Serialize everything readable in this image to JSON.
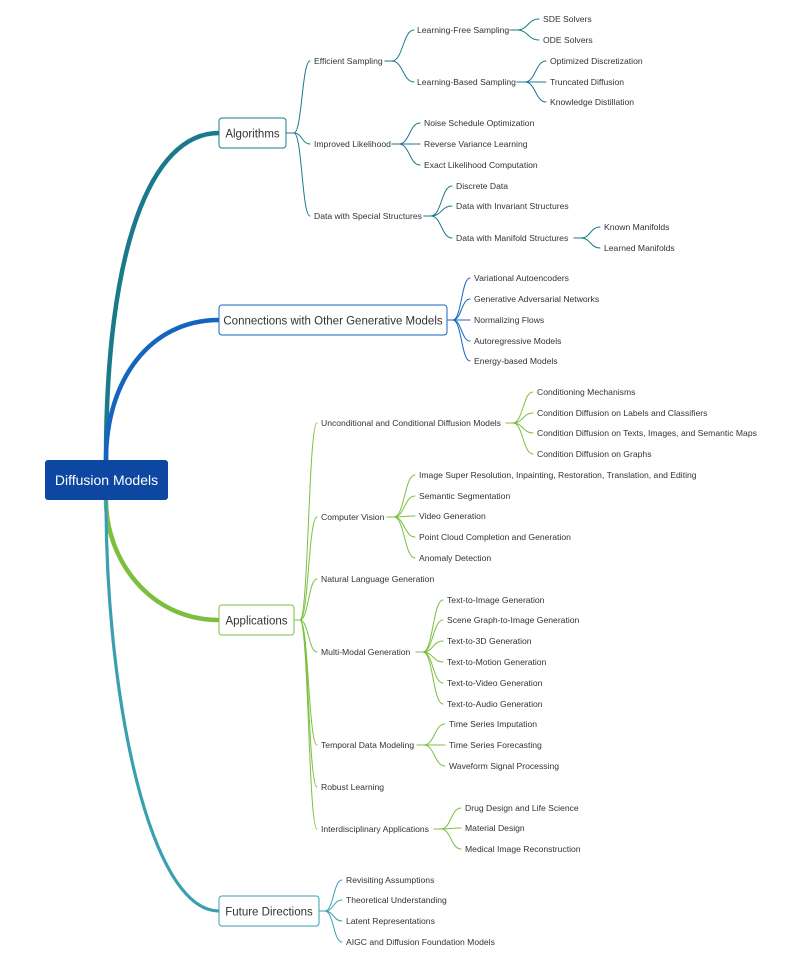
{
  "colors": {
    "root_fill": "#0d47a1",
    "algorithms": "#1a7a8c",
    "connections": "#1565c0",
    "applications": "#7cbf3f",
    "future": "#3aa0b0",
    "text": "#333333"
  },
  "root": {
    "label": "Diffusion Models"
  },
  "branches": {
    "algorithms": {
      "label": "Algorithms",
      "children": [
        {
          "label": "Efficient Sampling",
          "children": [
            {
              "label": "Learning-Free Sampling",
              "children": [
                {
                  "label": "SDE Solvers"
                },
                {
                  "label": "ODE Solvers"
                }
              ]
            },
            {
              "label": "Learning-Based Sampling",
              "children": [
                {
                  "label": "Optimized Discretization"
                },
                {
                  "label": "Truncated Diffusion"
                },
                {
                  "label": "Knowledge Distillation"
                }
              ]
            }
          ]
        },
        {
          "label": "Improved Likelihood",
          "children": [
            {
              "label": "Noise Schedule Optimization"
            },
            {
              "label": "Reverse Variance Learning"
            },
            {
              "label": "Exact Likelihood Computation"
            }
          ]
        },
        {
          "label": "Data with Special Structures",
          "children": [
            {
              "label": "Discrete Data"
            },
            {
              "label": "Data with Invariant Structures"
            },
            {
              "label": "Data with Manifold Structures",
              "children": [
                {
                  "label": "Known Manifolds"
                },
                {
                  "label": "Learned Manifolds"
                }
              ]
            }
          ]
        }
      ]
    },
    "connections": {
      "label": "Connections with Other Generative Models",
      "children": [
        {
          "label": "Variational Autoencoders"
        },
        {
          "label": "Generative Adversarial Networks"
        },
        {
          "label": "Normalizing Flows"
        },
        {
          "label": "Autoregressive Models"
        },
        {
          "label": "Energy-based Models"
        }
      ]
    },
    "applications": {
      "label": "Applications",
      "children": [
        {
          "label": "Unconditional and Conditional Diffusion Models",
          "children": [
            {
              "label": "Conditioning Mechanisms"
            },
            {
              "label": "Condition Diffusion on Labels and Classifiers"
            },
            {
              "label": "Condition Diffusion on Texts, Images, and Semantic Maps"
            },
            {
              "label": "Condition Diffusion on Graphs"
            }
          ]
        },
        {
          "label": "Computer Vision",
          "children": [
            {
              "label": "Image Super Resolution, Inpainting, Restoration, Translation, and Editing"
            },
            {
              "label": "Semantic Segmentation"
            },
            {
              "label": "Video Generation"
            },
            {
              "label": "Point Cloud Completion and Generation"
            },
            {
              "label": "Anomaly Detection"
            }
          ]
        },
        {
          "label": "Natural Language Generation"
        },
        {
          "label": "Multi-Modal Generation",
          "children": [
            {
              "label": "Text-to-Image Generation"
            },
            {
              "label": "Scene Graph-to-Image Generation"
            },
            {
              "label": "Text-to-3D Generation"
            },
            {
              "label": "Text-to-Motion Generation"
            },
            {
              "label": "Text-to-Video Generation"
            },
            {
              "label": "Text-to-Audio Generation"
            }
          ]
        },
        {
          "label": "Temporal Data Modeling",
          "children": [
            {
              "label": "Time Series Imputation"
            },
            {
              "label": "Time Series Forecasting"
            },
            {
              "label": "Waveform Signal Processing"
            }
          ]
        },
        {
          "label": "Robust Learning"
        },
        {
          "label": "Interdisciplinary Applications",
          "children": [
            {
              "label": "Drug Design and Life Science"
            },
            {
              "label": "Material Design"
            },
            {
              "label": "Medical Image Reconstruction"
            }
          ]
        }
      ]
    },
    "future": {
      "label": "Future Directions",
      "children": [
        {
          "label": "Revisiting Assumptions"
        },
        {
          "label": "Theoretical Understanding"
        },
        {
          "label": "Latent Representations"
        },
        {
          "label": "AIGC and Diffusion Foundation Models"
        }
      ]
    }
  }
}
